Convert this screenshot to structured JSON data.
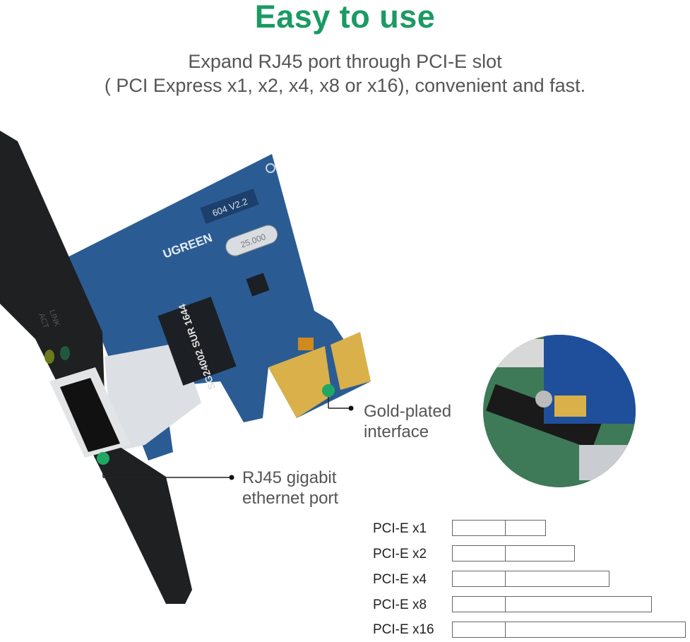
{
  "header": {
    "title": "Easy to use",
    "subtitle_line1": "Expand RJ45 port through PCI-E slot",
    "subtitle_line2": "( PCI Express x1, x2, x4, x8 or x16), convenient and fast."
  },
  "product": {
    "brand": "UGREEN",
    "board_label": "604 V2.2",
    "chip_label": "SG24002 SUR 1644",
    "crystal_label": "25.000",
    "bracket_labels": [
      "LINK",
      "ACT"
    ]
  },
  "callouts": {
    "gold_line1": "Gold-plated",
    "gold_line2": "interface",
    "rj45_line1": "RJ45 gigabit",
    "rj45_line2": "ethernet port"
  },
  "pcie_slots": [
    {
      "label": "PCI-E x1",
      "lanes": 1
    },
    {
      "label": "PCI-E x2",
      "lanes": 2
    },
    {
      "label": "PCI-E x4",
      "lanes": 4
    },
    {
      "label": "PCI-E x8",
      "lanes": 8
    },
    {
      "label": "PCI-E x16",
      "lanes": 16
    }
  ],
  "colors": {
    "accent": "#1b9a63",
    "pcb": "#2a5c93",
    "gold": "#d9b04a"
  }
}
